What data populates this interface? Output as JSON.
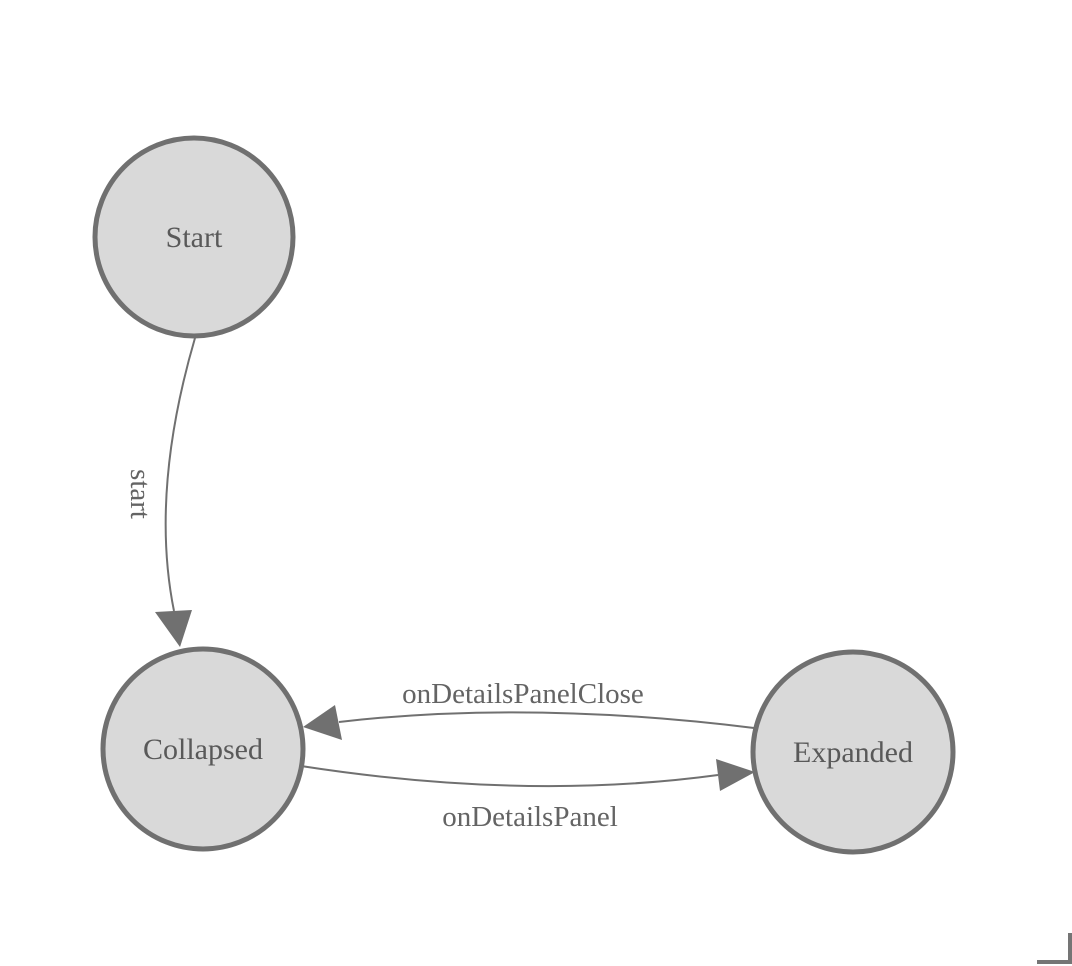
{
  "diagram": {
    "kind": "state-machine-diagram",
    "background_color": "#ffffff",
    "colors": {
      "node_fill": "#d9d9d9",
      "node_stroke": "#707070",
      "edge_stroke": "#707070",
      "arrowhead_fill": "#707070",
      "node_text": "#595959",
      "edge_text": "#646464",
      "frame_corner": "#757575"
    },
    "nodes": [
      {
        "id": "start",
        "label": "Start"
      },
      {
        "id": "collapsed",
        "label": "Collapsed"
      },
      {
        "id": "expanded",
        "label": "Expanded"
      }
    ],
    "edges": [
      {
        "id": "start",
        "label": "start",
        "from": "Start",
        "to": "Collapsed",
        "label_rotation_deg": 90
      },
      {
        "id": "onDetailsPanelClose",
        "label": "onDetailsPanelClose",
        "from": "Expanded",
        "to": "Collapsed",
        "label_rotation_deg": 0
      },
      {
        "id": "onDetailsPanel",
        "label": "onDetailsPanel",
        "from": "Collapsed",
        "to": "Expanded",
        "label_rotation_deg": 0
      }
    ]
  }
}
